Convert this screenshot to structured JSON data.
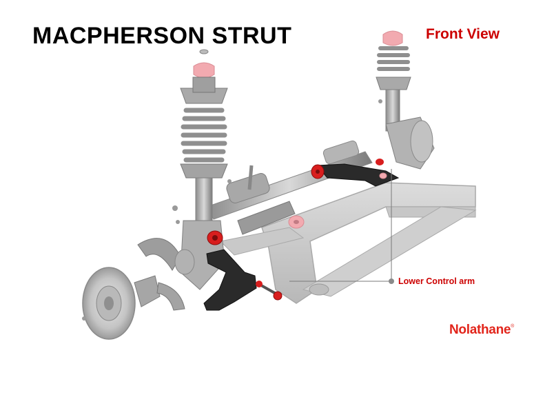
{
  "title": "MACPHERSON STRUT",
  "view_label": "Front View",
  "callouts": [
    {
      "label": "Lower Control arm"
    }
  ],
  "brand": {
    "name": "Nolathane",
    "mark": "®"
  },
  "colors": {
    "title": "#000000",
    "label": "#cc0000",
    "brand": "#e2251b",
    "part_grey": "#bdbdbd",
    "part_dark": "#2a2a2a",
    "bush_red": "#d81e1e",
    "bush_pink": "#f2aab0"
  }
}
